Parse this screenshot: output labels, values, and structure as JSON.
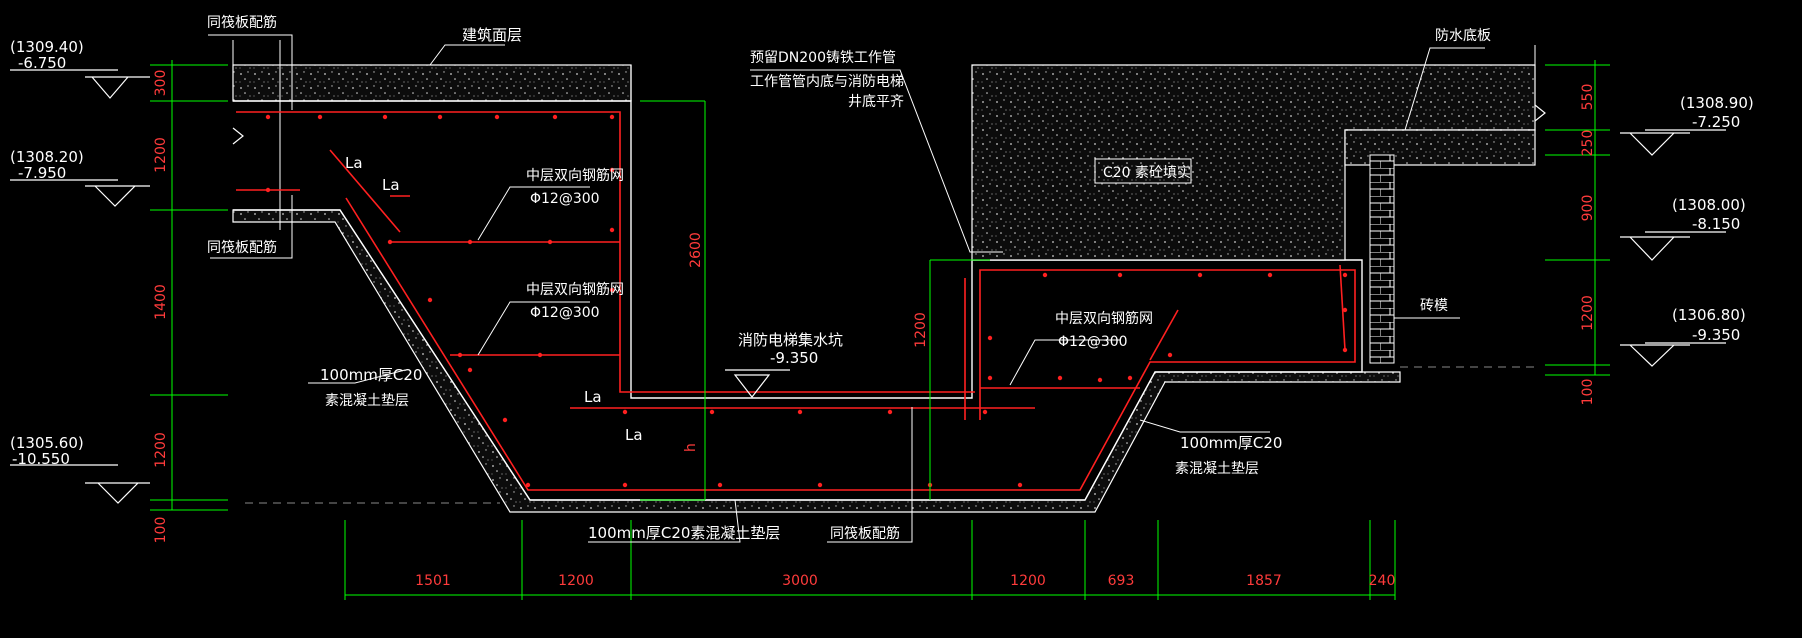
{
  "colors": {
    "background": "#000000",
    "outline": "#ffffff",
    "rebar": "#ff2020",
    "dimension": "#00ff00",
    "dimension_text": "#ff3b3b",
    "concrete_fill": "#1a1a1a"
  },
  "elevations": {
    "left": [
      {
        "abs": "(1309.40)",
        "rel": "-6.750"
      },
      {
        "abs": "(1308.20)",
        "rel": "-7.950"
      },
      {
        "abs": "(1305.60)",
        "rel": "-10.550"
      }
    ],
    "right": [
      {
        "abs": "(1308.90)",
        "rel": "-7.250"
      },
      {
        "abs": "(1308.00)",
        "rel": "-8.150"
      },
      {
        "abs": "(1306.80)",
        "rel": "-9.350"
      }
    ],
    "pit": {
      "label": "消防电梯集水坑",
      "rel": "-9.350"
    }
  },
  "labels": {
    "top_slab_rebar": "同筏板配筋",
    "floor_finish": "建筑面层",
    "mid_slab_rebar": "同筏板配筋",
    "pipe_line1": "预留DN200铸铁工作管",
    "pipe_line2": "工作管管内底与消防电梯",
    "pipe_line3": "井底平齐",
    "waterproof_slab": "防水底板",
    "c20_fill": "C20 素砼填实",
    "brick_mold": "砖模",
    "mesh_title": "中层双向钢筋网",
    "mesh_spec": "Φ12@300",
    "cushion_left_1": "100mm厚C20",
    "cushion_left_2": "素混凝土垫层",
    "cushion_right_1": "100mm厚C20",
    "cushion_right_2": "素混凝土垫层",
    "bottom_cushion": "100mm厚C20素混凝土垫层",
    "bottom_rebar": "同筏板配筋",
    "la": "La",
    "h": "h"
  },
  "dimensions": {
    "left_vertical": [
      "300",
      "1200",
      "1400",
      "1200",
      "100"
    ],
    "right_vertical": [
      "550",
      "250",
      "900",
      "1200",
      "100"
    ],
    "pit_depth": "2600",
    "step_depth": "1200",
    "bottom": [
      "1501",
      "1200",
      "3000",
      "1200",
      "693",
      "1857",
      "240"
    ]
  }
}
